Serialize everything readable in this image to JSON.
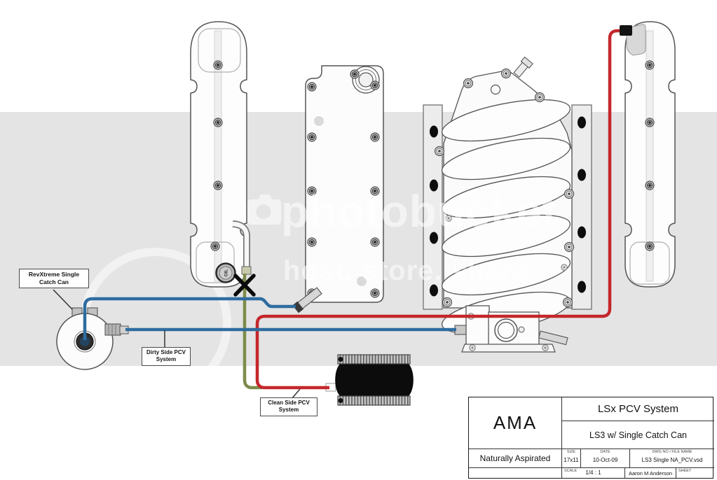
{
  "watermark": {
    "wordmark": "photobucket",
    "tagline": "host. store. share."
  },
  "callouts": {
    "catch_can": {
      "line1": "RevXtreme Single",
      "line2": "Catch Can"
    },
    "dirty_side": {
      "line1": "Dirty Side PCV",
      "line2": "System"
    },
    "clean_side": {
      "line1": "Clean Side PCV",
      "line2": "System"
    }
  },
  "parts": {
    "oil_cap_label": "OIL"
  },
  "title_block": {
    "company": "AMA",
    "drawing_title": "LSx PCV System",
    "drawing_subtitle": "LS3 w/ Single Catch Can",
    "aspiration": "Naturally Aspirated",
    "size_label": "SIZE",
    "size_value": "17x11",
    "date_label": "DATE",
    "date_value": "10-Oct-09",
    "dwg_label": "DWG NO / FILE NAME",
    "dwg_value": "LS3 Single NA_PCV.vsd",
    "scale_label": "SCALE",
    "scale_value": "1/4 : 1",
    "author": "Aaron M Anderson",
    "sheet_label": "SHEET"
  },
  "colors": {
    "band": "#e4e4e4",
    "dirty_line": "#2e6ca0",
    "clean_line": "#c4272b",
    "vent_line": "#7d8c4a"
  }
}
